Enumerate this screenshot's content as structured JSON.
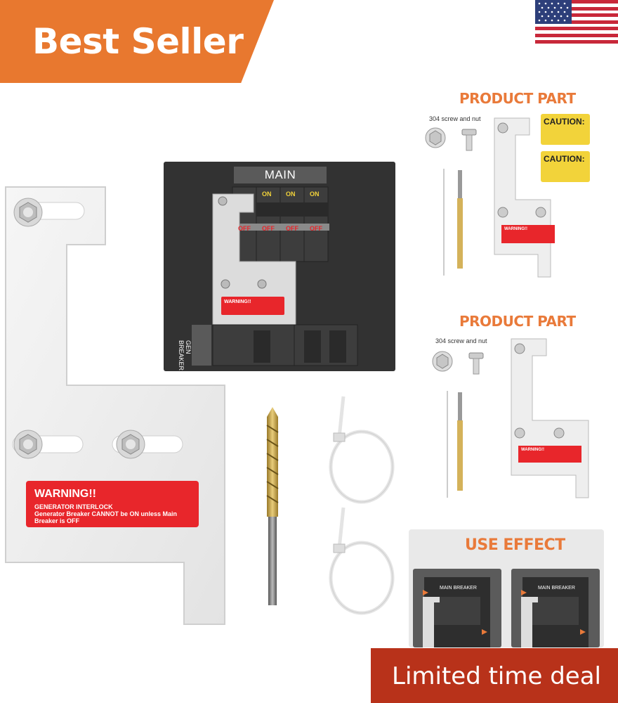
{
  "badges": {
    "best_seller": "Best Seller",
    "limited_deal": "Limited time deal"
  },
  "panel": {
    "title": "MAIN BREAKER",
    "on_label": "ON",
    "off_label": "OFF",
    "gen_label_1": "GEN",
    "gen_label_2": "BREAKER",
    "warning_title": "WARNING!!"
  },
  "interlock_plate": {
    "warning_title": "WARNING!!",
    "warning_line1": "GENERATOR INTERLOCK",
    "warning_line2": "Generator Breaker CANNOT be ON unless Main Breaker is OFF"
  },
  "product_part_1": {
    "title": "PRODUCT PART",
    "screw_label": "304 screw and nut",
    "caution_title": "CAUTION:",
    "warning_title": "WARNING!!"
  },
  "product_part_2": {
    "title": "PRODUCT PART",
    "screw_label": "304 screw and nut",
    "warning_title": "WARNING!!"
  },
  "use_effect": {
    "title": "USE EFFECT",
    "panel_label": "MAIN BREAKER"
  },
  "colors": {
    "orange": "#e8782f",
    "red": "#e8262b",
    "deal_red": "#b8321a",
    "caution_yellow": "#f2d33a"
  }
}
